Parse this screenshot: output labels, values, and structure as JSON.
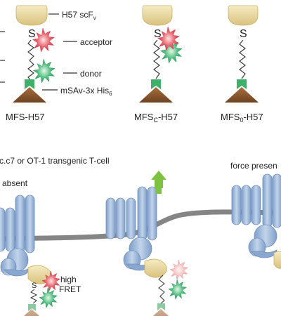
{
  "labels": {
    "scfv": "H57 scF",
    "scfv_sub": "v",
    "acceptor": "acceptor",
    "donor": "donor",
    "anchor": "mSAv-3x His",
    "anchor_sub": "6"
  },
  "constructs": [
    {
      "name": "MFS-H57",
      "sub": ""
    },
    {
      "name": "MFS",
      "sub": "C",
      "suffix": "-H57"
    },
    {
      "name": "MFS",
      "sub": "0",
      "suffix": "-H57"
    }
  ],
  "cell_label": "c.c7 or OT-1 transgenic T-cell",
  "states": {
    "absent": "absent",
    "present": "force presen"
  },
  "fret": {
    "line1": "high",
    "line2": "FRET"
  },
  "colors": {
    "scfv": "#ecd79a",
    "acceptor": "#e85865",
    "donor": "#46b878",
    "anchor_green": "#3db06a",
    "anchor_brown": "#8b5a32",
    "receptor": "#9db8d9",
    "membrane": "#7f7f7f",
    "arrow": "#7dc242"
  },
  "icons": [
    "burst-acceptor-icon",
    "burst-donor-icon",
    "up-arrow-icon",
    "disulfide-s-icon"
  ]
}
